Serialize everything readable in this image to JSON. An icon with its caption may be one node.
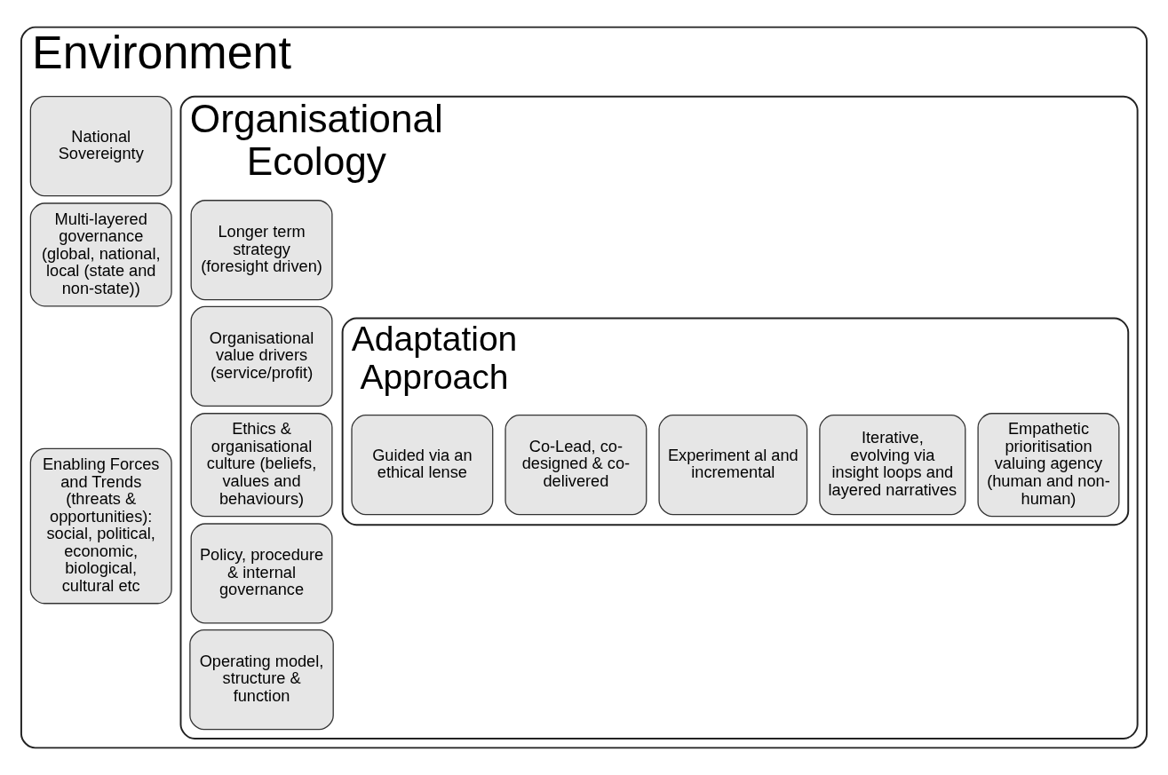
{
  "diagram": {
    "nodes": [
      {
        "text": [
          "Environment"
        ]
      },
      {
        "text": [
          "National Sovereignty"
        ],
        "in": 0
      },
      {
        "text": [
          "Multi-layered governance (global, national, local (state and non-state))"
        ],
        "in": 0
      },
      {
        "text": [
          "Enabling Forces and Trends (threats & opportunities): social, political, economic, biological, cultural etc"
        ],
        "in": 0
      },
      {
        "text": [
          "Organisational Ecology"
        ],
        "in": 0
      },
      {
        "text": [
          "Longer term strategy (foresight driven)"
        ],
        "in": 4
      },
      {
        "text": [
          "Organisational value drivers (service/profit)"
        ],
        "in": 4
      },
      {
        "text": [
          "Ethics & organisational culture (beliefs, values and behaviours)"
        ],
        "in": 4
      },
      {
        "text": [
          "Policy, procedure & internal governance"
        ],
        "in": 4
      },
      {
        "text": [
          "Operating model, structure & function"
        ],
        "in": 4
      },
      {
        "text": [
          "Adaptation Approach"
        ],
        "in": 4
      },
      {
        "text": [
          "Guided via an ethical lense"
        ],
        "in": 10
      },
      {
        "text": [
          "Co-Lead, co-designed & co-delivered"
        ],
        "in": 10
      },
      {
        "text": [
          "Experiment al and incremental"
        ],
        "in": 10
      },
      {
        "text": [
          "Iterative, evolving via insight loops and layered narratives"
        ],
        "in": 10
      },
      {
        "text": [
          "Empathetic prioritisation valuing agency (human and non-human)"
        ],
        "in": 10
      }
    ]
  }
}
